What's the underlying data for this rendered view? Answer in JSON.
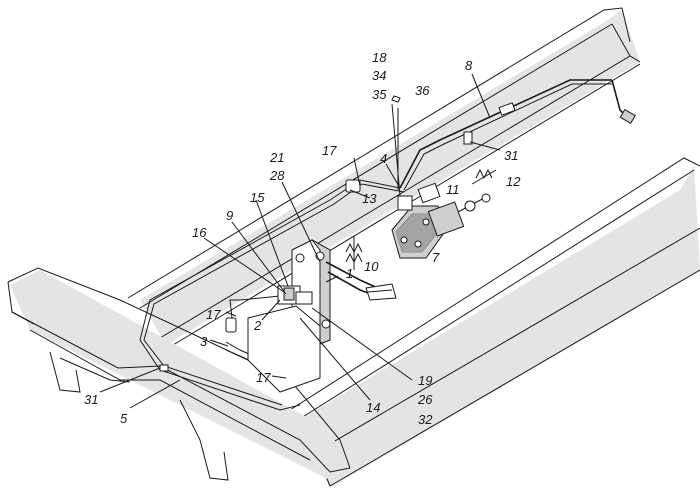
{
  "callouts": [
    {
      "id": "c18",
      "text": "18"
    },
    {
      "id": "c34",
      "text": "34"
    },
    {
      "id": "c35",
      "text": "35"
    },
    {
      "id": "c36",
      "text": "36"
    },
    {
      "id": "c8",
      "text": "8"
    },
    {
      "id": "c21",
      "text": "21"
    },
    {
      "id": "c28",
      "text": "28"
    },
    {
      "id": "c17a",
      "text": "17"
    },
    {
      "id": "c4",
      "text": "4"
    },
    {
      "id": "c31a",
      "text": "31"
    },
    {
      "id": "c12",
      "text": "12"
    },
    {
      "id": "c11",
      "text": "11"
    },
    {
      "id": "c13",
      "text": "13"
    },
    {
      "id": "c9",
      "text": "9"
    },
    {
      "id": "c15",
      "text": "15"
    },
    {
      "id": "c16",
      "text": "16"
    },
    {
      "id": "c10",
      "text": "10"
    },
    {
      "id": "c7",
      "text": "7"
    },
    {
      "id": "c1",
      "text": "1"
    },
    {
      "id": "c17b",
      "text": "17"
    },
    {
      "id": "c2",
      "text": "2"
    },
    {
      "id": "c3",
      "text": "3"
    },
    {
      "id": "c17c",
      "text": "17"
    },
    {
      "id": "c19",
      "text": "19"
    },
    {
      "id": "c26",
      "text": "26"
    },
    {
      "id": "c32",
      "text": "32"
    },
    {
      "id": "c14",
      "text": "14"
    },
    {
      "id": "c31b",
      "text": "31"
    },
    {
      "id": "c5",
      "text": "5"
    }
  ]
}
